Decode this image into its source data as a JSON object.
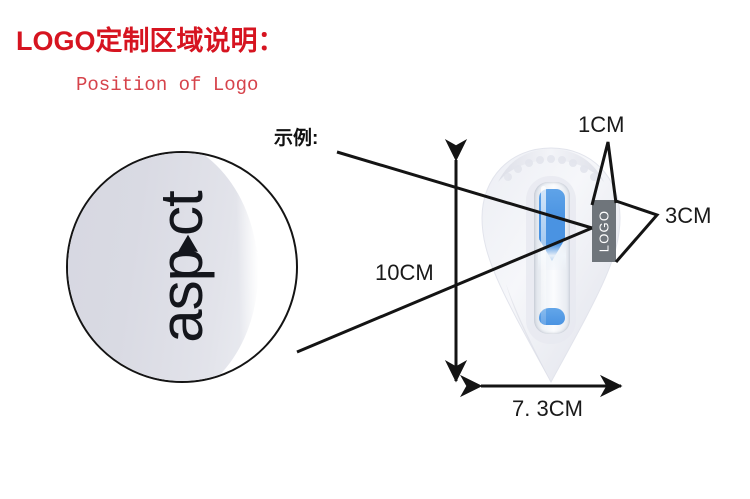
{
  "header": {
    "title_cn": "LOGO定制区域说明：",
    "title_en": "Position of Logo",
    "title_color": "#d61420",
    "subtitle_color": "#d6434b"
  },
  "example": {
    "label": "示例:"
  },
  "magnifier": {
    "brand_text": "aspect",
    "brand_letters_before_triangle": "asp",
    "brand_letters_after_triangle": "ct",
    "triangle_glyph": "▲",
    "logo_color": "#14161c"
  },
  "product": {
    "name": "hourglass-sand-timer",
    "case_color": "#e9eaf0",
    "sand_color": "#4a93e2",
    "logo_box": {
      "label": "LOGO",
      "fill_color": "#6f757b",
      "text_color": "#ffffff"
    }
  },
  "dimensions": {
    "logo_width": "1CM",
    "logo_height": "3CM",
    "product_height": "10CM",
    "product_width": "7. 3CM"
  }
}
